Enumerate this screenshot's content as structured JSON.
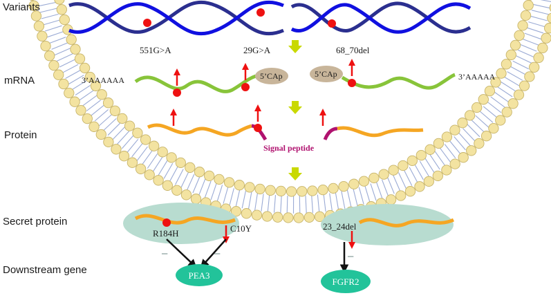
{
  "row_labels": {
    "variants": "Variants",
    "mrna": "mRNA",
    "protein": "Protein",
    "secret": "Secret protein",
    "downstream": "Downstream gene"
  },
  "variant_labels": {
    "v551": "551G>A",
    "v29": "29G>A",
    "v68": "68_70del"
  },
  "mrna_labels": {
    "left_tail": "3’AAAAAA",
    "left_cap": "5’CAp",
    "right_cap": "5’CAp",
    "right_tail": "3’AAAAA"
  },
  "signal_peptide": "Signal peptide",
  "secret_labels": {
    "r184h": "R184H",
    "c10y": "C10Y",
    "del23": "23_24del"
  },
  "genes": {
    "pea3": "PEA3",
    "fgfr2": "FGFR2"
  },
  "inhibit_marks": {
    "left_a": "−",
    "left_b": "−",
    "right": "−"
  },
  "colors": {
    "dna_dark": "#2b2f8f",
    "dna_blue": "#1010e0",
    "mutation_red": "#ee1111",
    "mrna_green": "#88c43a",
    "protein_orange": "#f5a623",
    "signal_purple": "#b0126f",
    "cap_brown": "#c8b59a",
    "step_arrow_yellow": "#c9d900",
    "ellipse_teal": "#b8dcd0",
    "gene_teal": "#22c39a",
    "membrane_bead": "#f3e3a1",
    "membrane_tail": "#9aaad4"
  }
}
